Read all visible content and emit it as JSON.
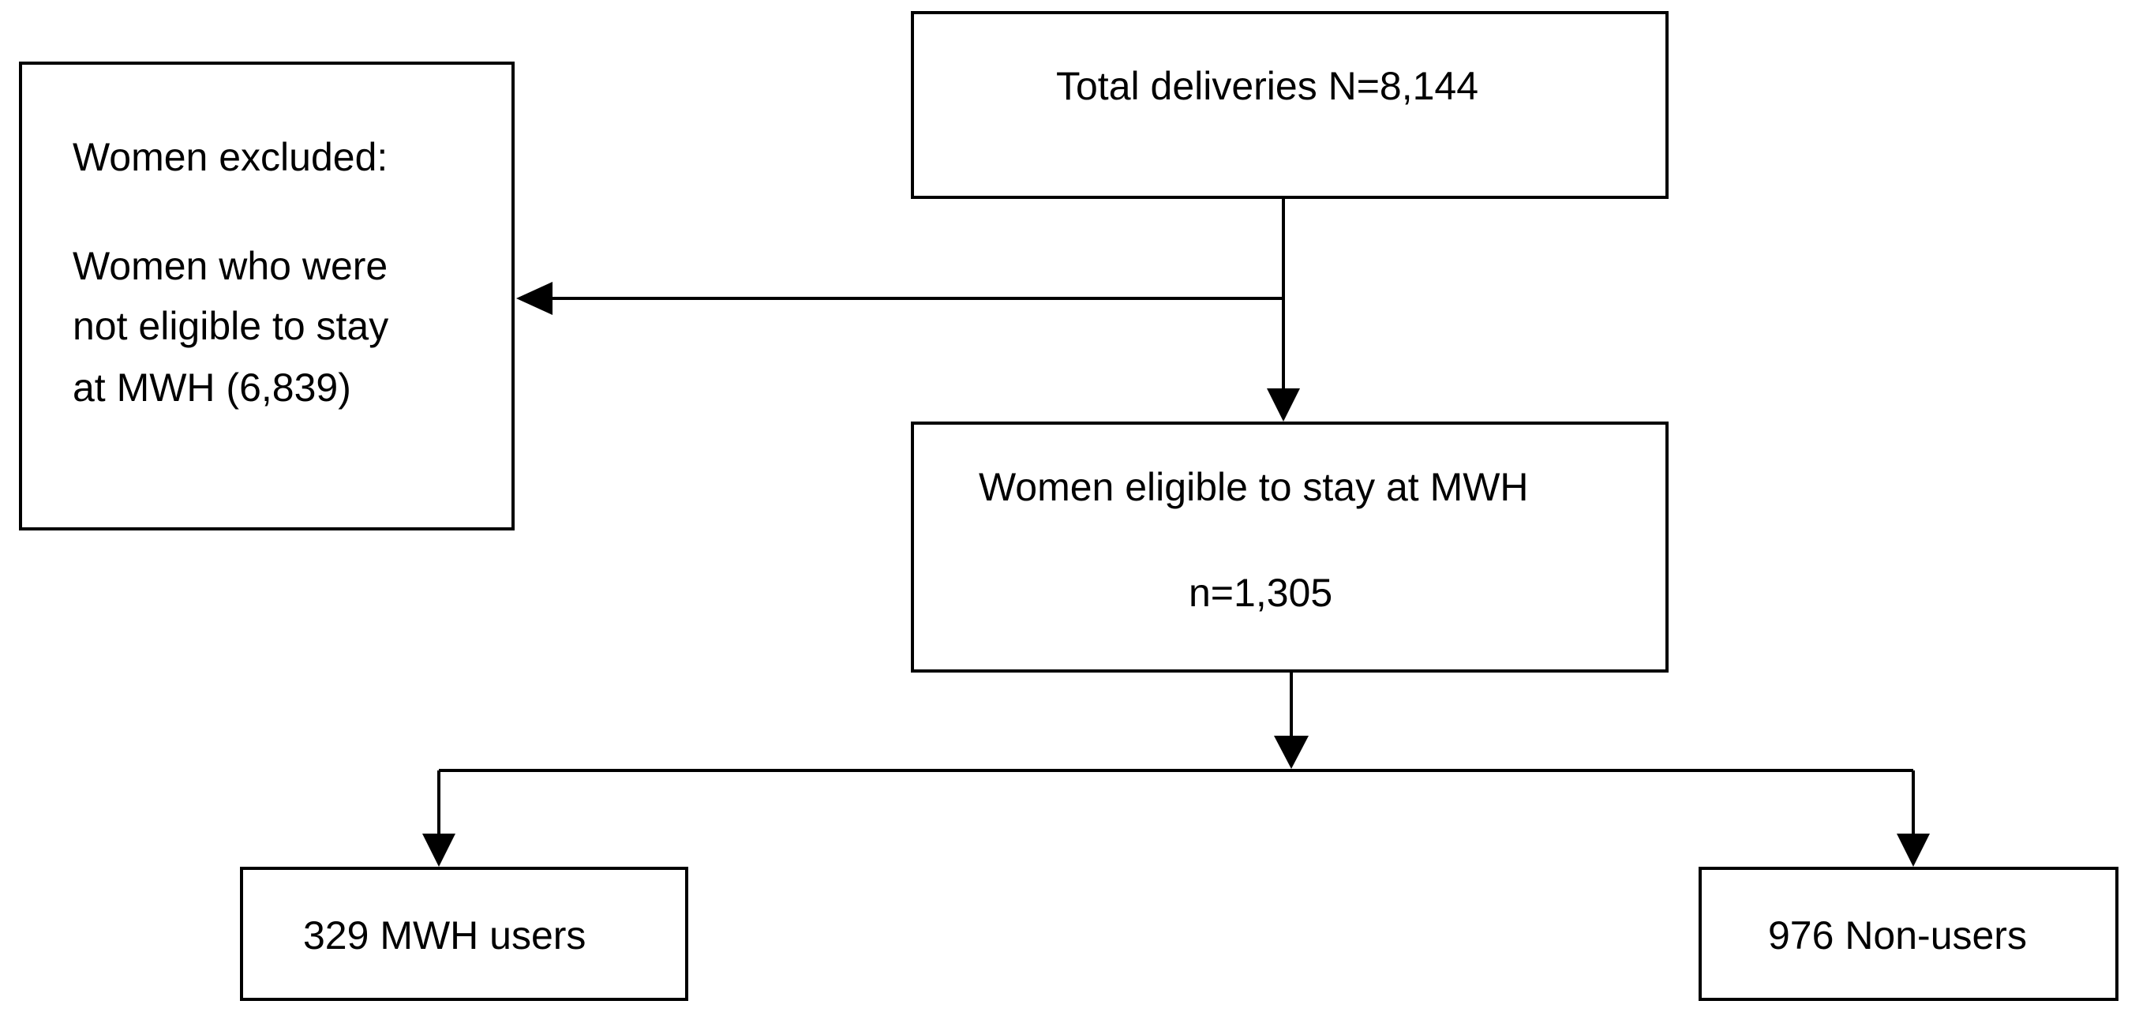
{
  "boxes": {
    "total": {
      "label": "Total deliveries N=8,144"
    },
    "excluded": {
      "heading": "Women excluded:",
      "lines": [
        "Women who were",
        "not eligible to stay",
        "at MWH (6,839)"
      ]
    },
    "eligible": {
      "label": "Women eligible to stay at MWH",
      "count": "n=1,305"
    },
    "users": {
      "label": "329 MWH users"
    },
    "nonusers": {
      "label": "976 Non-users"
    }
  }
}
